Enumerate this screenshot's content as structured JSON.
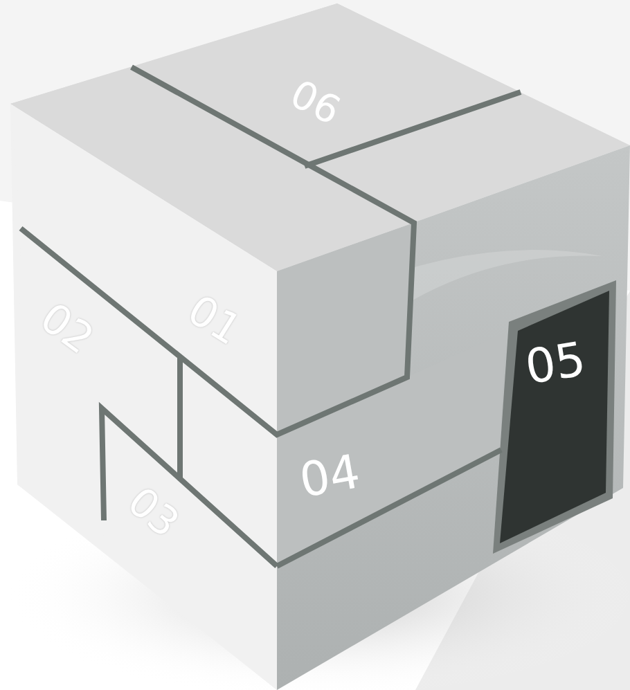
{
  "diagram": {
    "nodes": [
      {
        "text": [
          "06"
        ]
      },
      {
        "text": [
          "01"
        ]
      },
      {
        "text": [
          "02"
        ]
      },
      {
        "text": [
          "05"
        ]
      },
      {
        "text": [
          "04"
        ]
      },
      {
        "text": [
          "03"
        ]
      }
    ]
  }
}
